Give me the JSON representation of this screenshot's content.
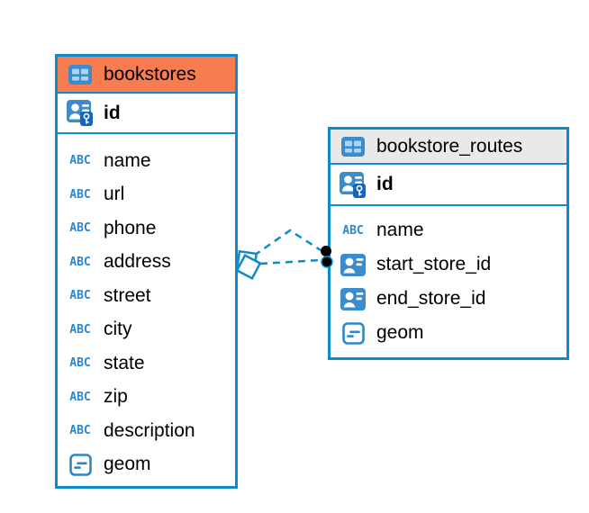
{
  "icon_labels": {
    "text_type": "ABC"
  },
  "colors": {
    "accent_blue": "#0f8aca",
    "icon_blue": "#3a8ccd",
    "key_badge_blue": "#1565c0",
    "bookstores_header": "#f87c50",
    "routes_header": "#e9e9e9",
    "text": "#000000",
    "relationship_line": "#0f8aca",
    "relationship_dot": "#000000"
  },
  "tables": [
    {
      "name": "bookstores",
      "icon": "table-icon",
      "header_color": "#f87c50",
      "primary_key": {
        "name": "id",
        "icon": "primary-key-icon"
      },
      "columns": [
        {
          "name": "name",
          "icon": "text-type-icon"
        },
        {
          "name": "url",
          "icon": "text-type-icon"
        },
        {
          "name": "phone",
          "icon": "text-type-icon"
        },
        {
          "name": "address",
          "icon": "text-type-icon"
        },
        {
          "name": "street",
          "icon": "text-type-icon"
        },
        {
          "name": "city",
          "icon": "text-type-icon"
        },
        {
          "name": "state",
          "icon": "text-type-icon"
        },
        {
          "name": "zip",
          "icon": "text-type-icon"
        },
        {
          "name": "description",
          "icon": "text-type-icon"
        },
        {
          "name": "geom",
          "icon": "geometry-type-icon"
        }
      ]
    },
    {
      "name": "bookstore_routes",
      "icon": "table-icon",
      "header_color": "#e9e9e9",
      "primary_key": {
        "name": "id",
        "icon": "primary-key-icon"
      },
      "columns": [
        {
          "name": "name",
          "icon": "text-type-icon"
        },
        {
          "name": "start_store_id",
          "icon": "foreign-key-icon"
        },
        {
          "name": "end_store_id",
          "icon": "foreign-key-icon"
        },
        {
          "name": "geom",
          "icon": "geometry-type-icon"
        }
      ]
    }
  ],
  "relationships": [
    {
      "from_table": "bookstore_routes",
      "from_column": "start_store_id",
      "to_table": "bookstores",
      "to_column": "id",
      "style": "dashed"
    },
    {
      "from_table": "bookstore_routes",
      "from_column": "end_store_id",
      "to_table": "bookstores",
      "to_column": "id",
      "style": "dashed"
    }
  ]
}
